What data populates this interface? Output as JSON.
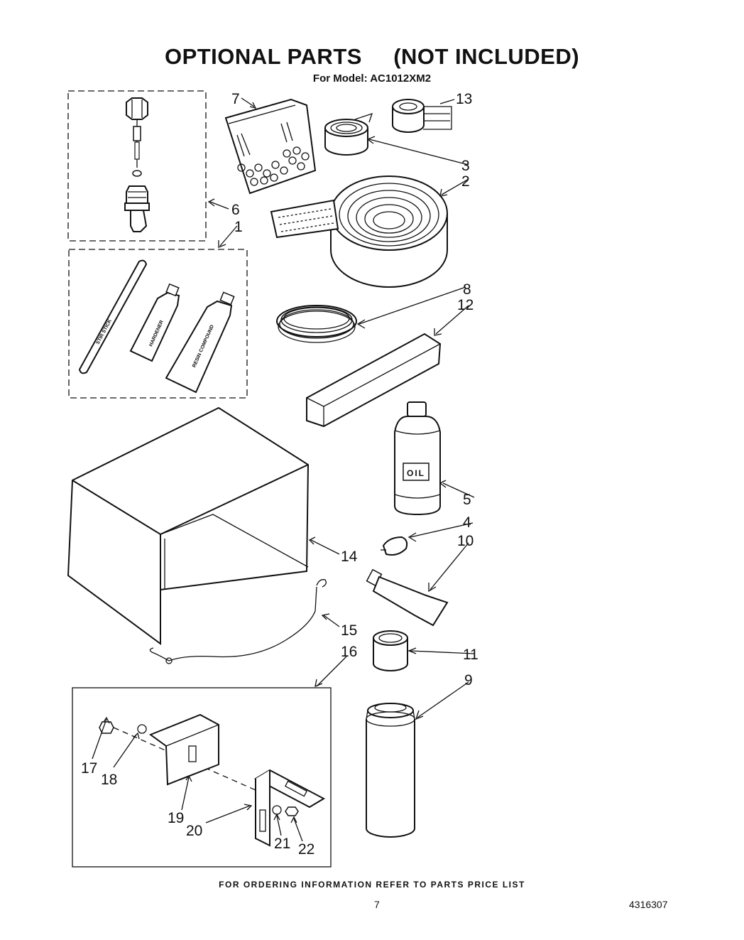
{
  "header": {
    "title_left": "OPTIONAL PARTS",
    "title_right": "(NOT INCLUDED)",
    "subtitle": "For Model: AC1012XM2"
  },
  "callouts": {
    "p1": "1",
    "p2": "2",
    "p3": "3",
    "p4": "4",
    "p5": "5",
    "p6": "6",
    "p7": "7",
    "p8": "8",
    "p9": "9",
    "p10": "10",
    "p11": "11",
    "p12": "12",
    "p13": "13",
    "p14": "14",
    "p15": "15",
    "p16": "16",
    "p17": "17",
    "p18": "18",
    "p19": "19",
    "p20": "20",
    "p21": "21",
    "p22": "22"
  },
  "item_labels": {
    "stir_stick": "STIR STICK",
    "hardener": "HARDENER",
    "resin": "RESIN COMPOUND",
    "oil": "OIL"
  },
  "footer": {
    "ordering": "FOR ORDERING INFORMATION REFER TO PARTS PRICE LIST",
    "page": "7",
    "doc_number": "4316307"
  }
}
